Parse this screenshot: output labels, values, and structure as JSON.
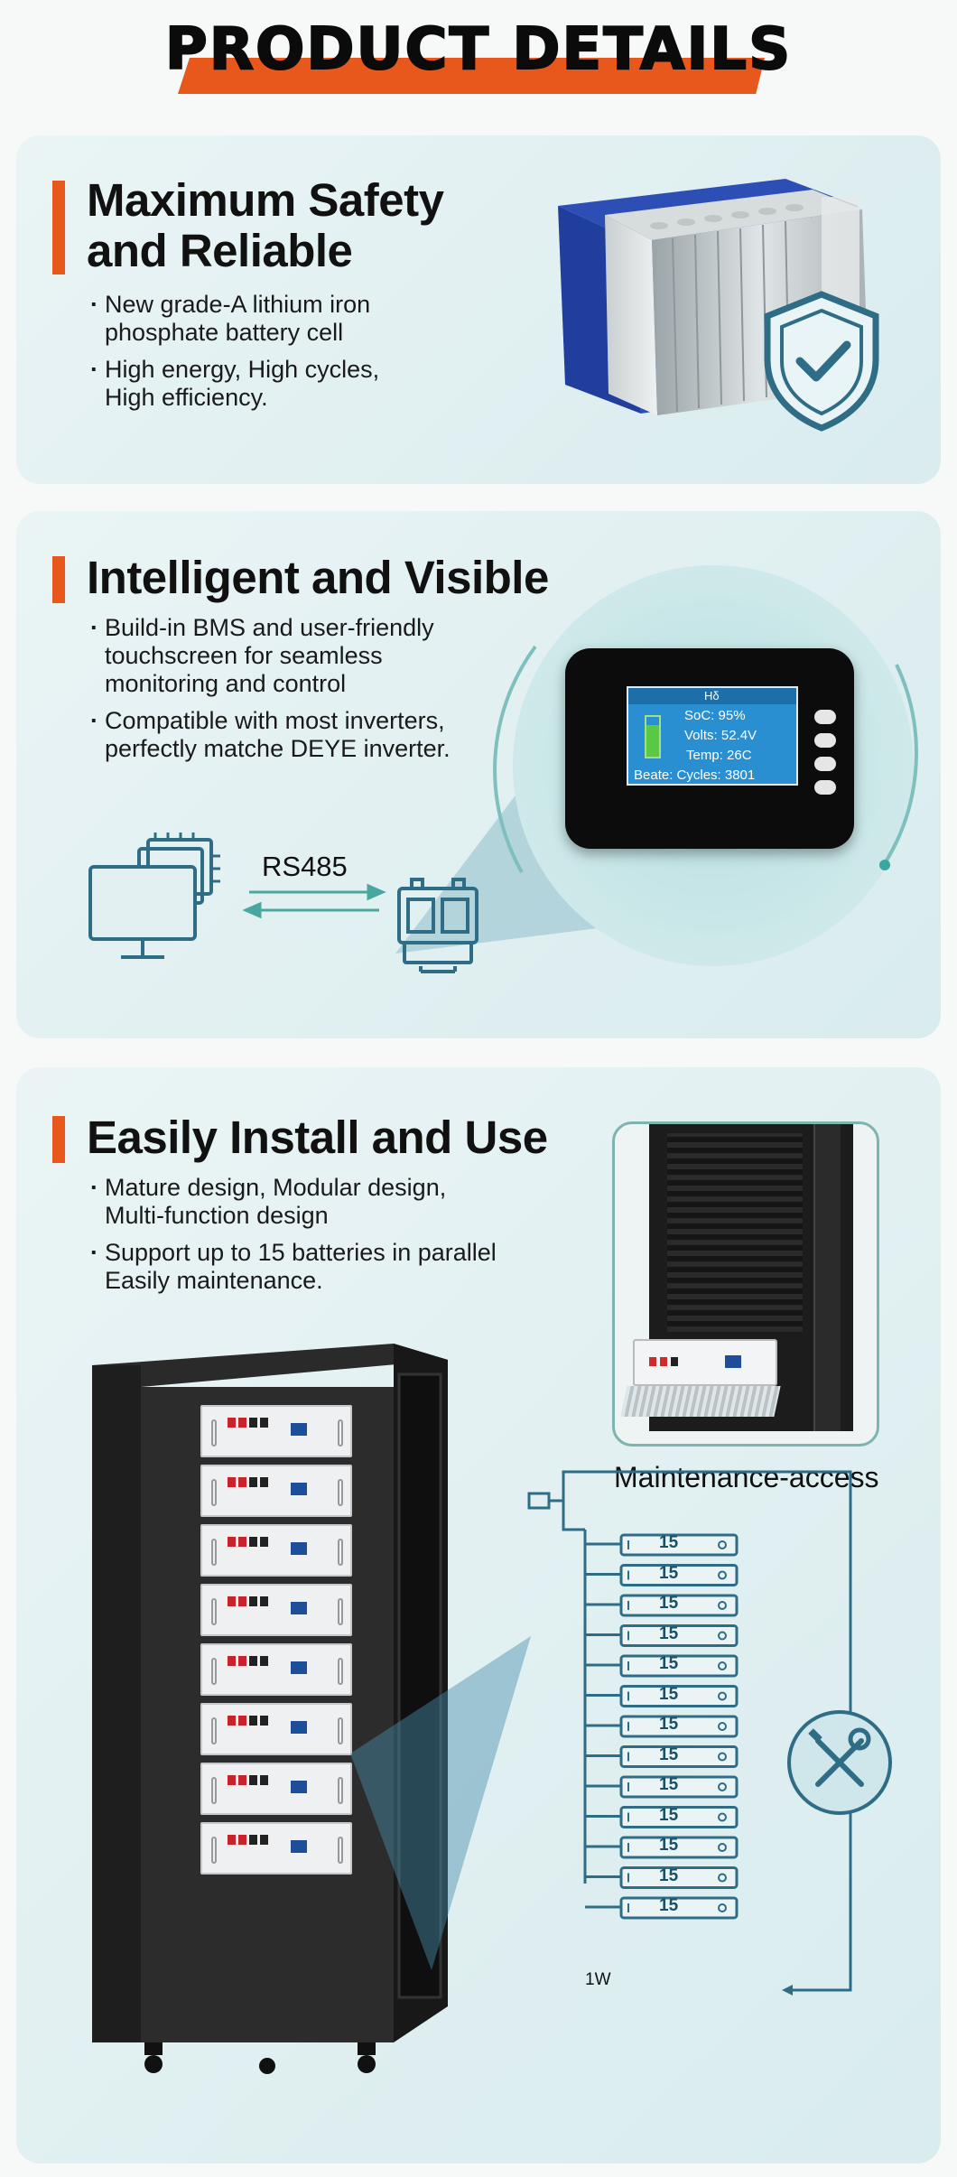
{
  "header": {
    "title": "PRODUCT DETAILS"
  },
  "colors": {
    "accent": "#e8581c",
    "card_bg": "#e2f0f1",
    "line": "#2f6d86",
    "teal": "#3aa7a0"
  },
  "sections": [
    {
      "title_lines": [
        "Maximum Safety",
        "and Reliable"
      ],
      "bullets": [
        [
          "New grade-A lithium iron",
          "phosphate battery cell"
        ],
        [
          "High energy, High cycles,",
          "High efficiency."
        ]
      ],
      "image": "battery-cell-with-shield-icon"
    },
    {
      "title_lines": [
        "Intelligent and Visible"
      ],
      "bullets": [
        [
          "Build-in BMS and user-friendly",
          "touchscreen for seamless",
          "monitoring and control"
        ],
        [
          "Compatible with most inverters,",
          "perfectly matche DEYE inverter."
        ]
      ],
      "protocol_label": "RS485",
      "screen": {
        "header": "Hδ",
        "soc": "SoC: 95%",
        "volts": "Volts: 52.4V",
        "temp": "Temp: 26C",
        "cycles": "Beate: Cycles: 3801"
      }
    },
    {
      "title_lines": [
        "Easily Install and Use"
      ],
      "bullets": [
        [
          "Mature design, Modular design,",
          "Multi-function design"
        ],
        [
          "Support up to 15 batteries in parallel",
          "Easily maintenance."
        ]
      ],
      "maintenance_caption": "Maintenance-access",
      "diagram_label": "1W",
      "module_labels": [
        "15",
        "15",
        "15",
        "15",
        "15",
        "15",
        "15",
        "15",
        "15",
        "15",
        "15",
        "15",
        "15"
      ]
    }
  ]
}
